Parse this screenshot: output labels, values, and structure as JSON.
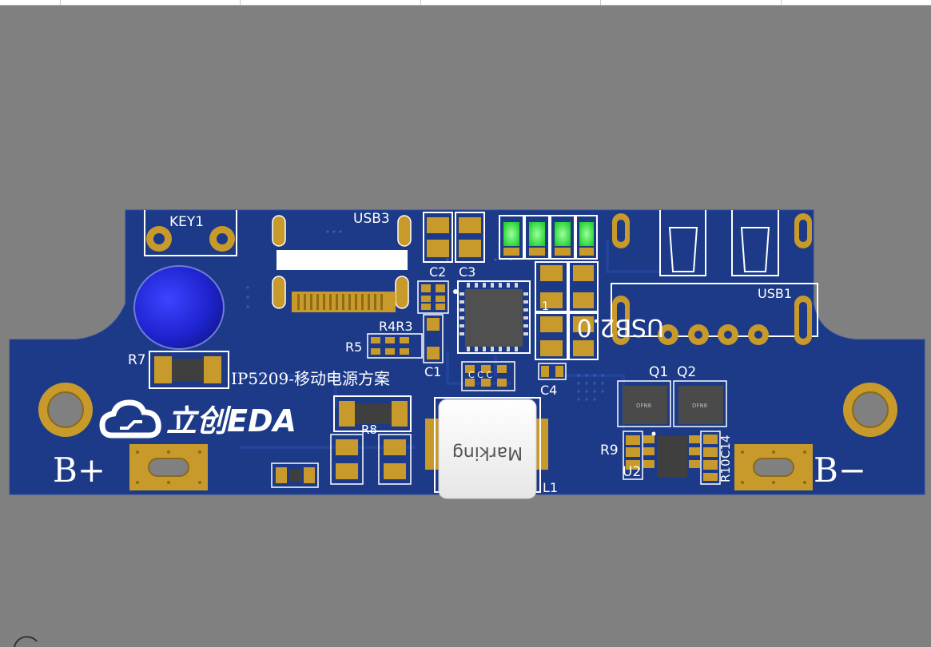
{
  "colors": {
    "background": "#808080",
    "board": "#1c3a87",
    "pad": "#c79a2b",
    "silkscreen": "#ffffff",
    "ic_body": "#505050",
    "led_green": "#2de33a",
    "button_cap": "#1f25d8"
  },
  "board": {
    "title": "IP5209-移动电源方案",
    "logo_text": "立创EDA",
    "battery_plus_label": "B+",
    "battery_minus_label": "B−"
  },
  "designators": {
    "key1": "KEY1",
    "usb3": "USB3",
    "usb1": "USB1",
    "usb_silk": "USB2.0",
    "c2": "C2",
    "c3": "C3",
    "c1": "C1",
    "c4": "C4",
    "c14": "C14",
    "r4r3": "R4R3",
    "r5": "R5",
    "r7": "R7",
    "r8": "R8",
    "r9": "R9",
    "r10": "R10",
    "q1": "Q1",
    "q2": "Q2",
    "u2": "U2",
    "l1": "L1",
    "l1_partial": "1",
    "small_caps": "C C C"
  },
  "components": {
    "inductor_marking": "Marking",
    "mosfet_label": "DFN8"
  }
}
